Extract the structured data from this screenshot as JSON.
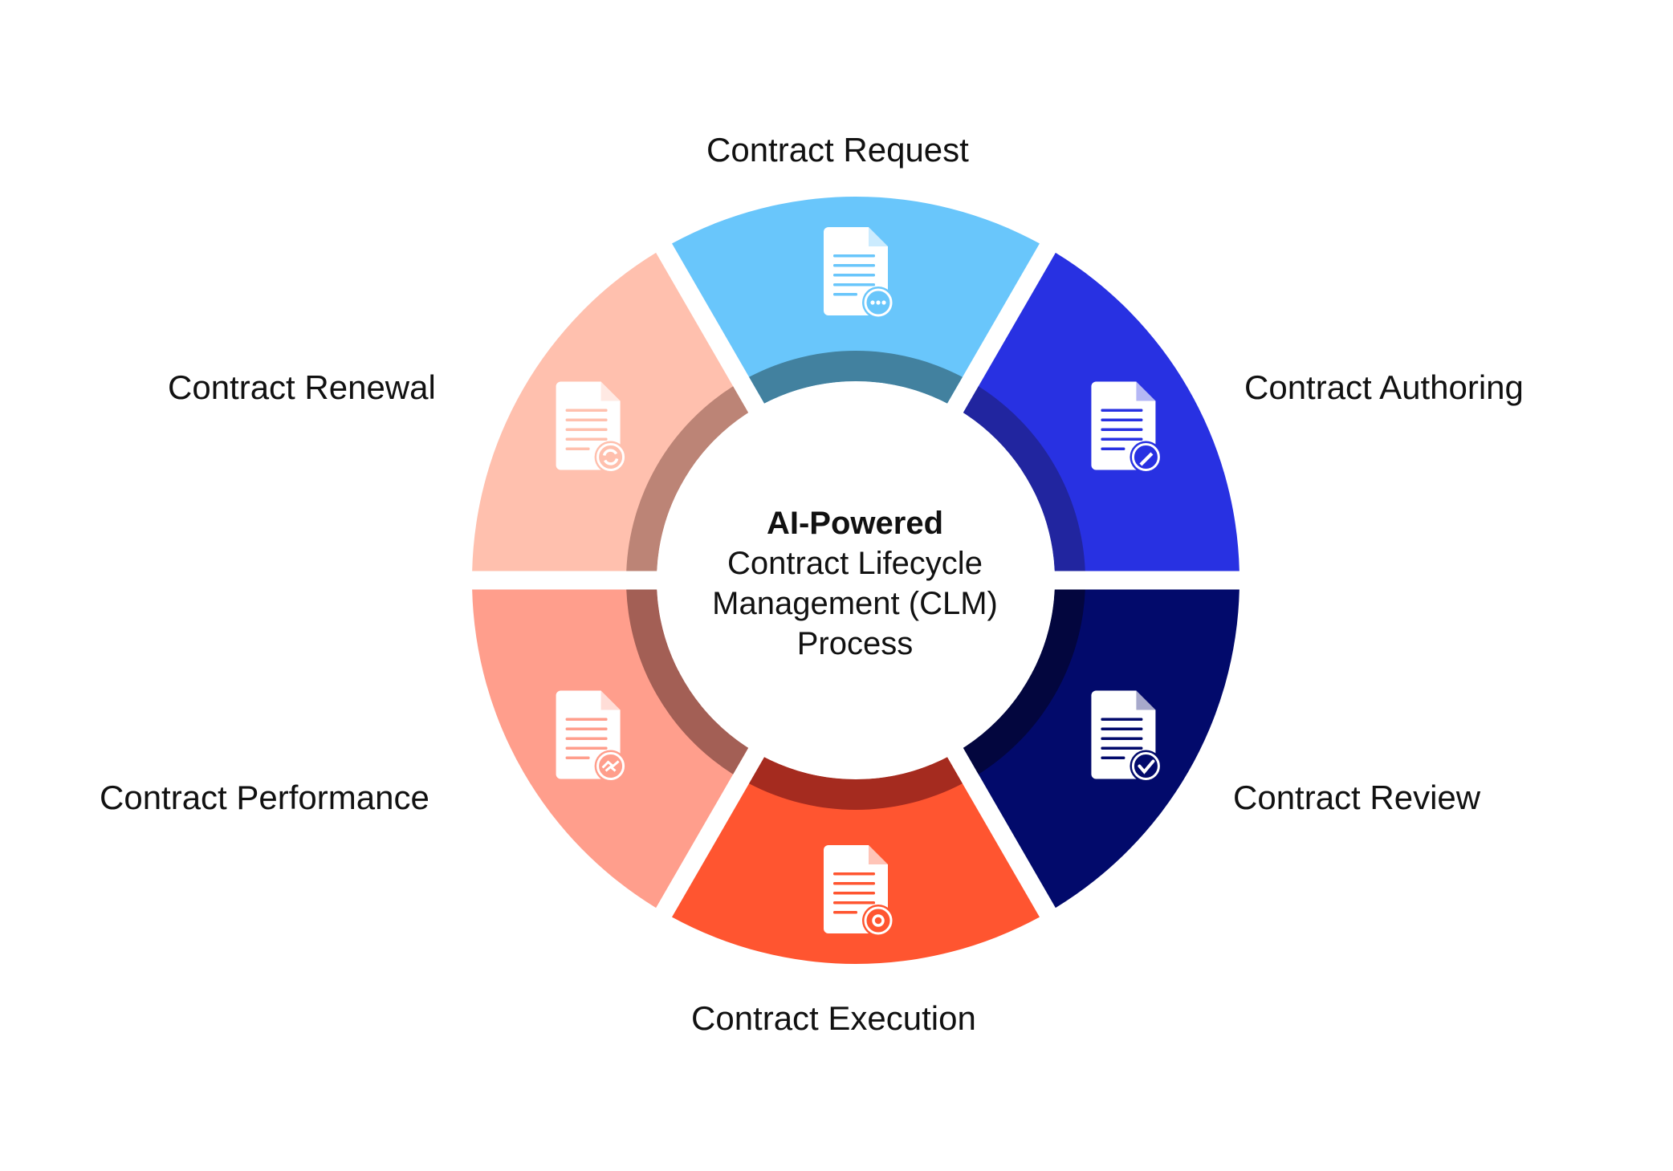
{
  "center": {
    "heading": "AI-Powered",
    "line1": "Contract Lifecycle",
    "line2": "Management (CLM)",
    "line3": "Process"
  },
  "stages": [
    {
      "label": "Contract Request",
      "icon": "document-chat-icon",
      "color": "#69C6FB",
      "inner_color": "#42819F"
    },
    {
      "label": "Contract Authoring",
      "icon": "document-pen-icon",
      "color": "#2831E2",
      "inner_color": "#21259F"
    },
    {
      "label": "Contract Review",
      "icon": "document-check-icon",
      "color": "#020A6B",
      "inner_color": "#03063E"
    },
    {
      "label": "Contract Execution",
      "icon": "document-gear-icon",
      "color": "#FF5530",
      "inner_color": "#A52B1F"
    },
    {
      "label": "Contract Performance",
      "icon": "document-handshake-icon",
      "color": "#FF9E8C",
      "inner_color": "#A35F55"
    },
    {
      "label": "Contract Renewal",
      "icon": "document-refresh-icon",
      "color": "#FFC0AE",
      "inner_color": "#BC8476"
    }
  ]
}
